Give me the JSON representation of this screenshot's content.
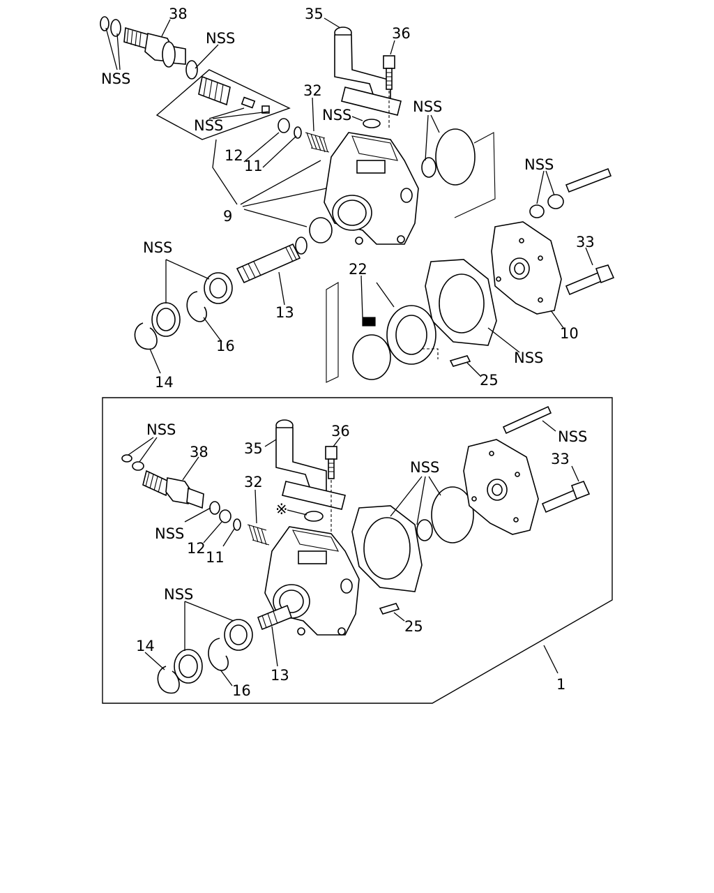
{
  "callouts_top": {
    "c38": "38",
    "nss_a": "NSS",
    "nss_b": "NSS",
    "nss_c": "NSS",
    "c35": "35",
    "c36": "36",
    "c32": "32",
    "nss_d": "NSS",
    "nss_e": "NSS",
    "c12": "12",
    "c11": "11",
    "c9": "9",
    "nss_f": "NSS",
    "c33": "33",
    "nss_g": "NSS",
    "c22": "22",
    "c13": "13",
    "c16": "16",
    "c14": "14",
    "c10": "10",
    "nss_h": "NSS",
    "c25": "25"
  },
  "callouts_bottom": {
    "nss_a": "NSS",
    "c38": "38",
    "c35": "35",
    "c36": "36",
    "nss_b": "NSS",
    "c33": "33",
    "nss_c": "NSS",
    "c32": "32",
    "asterisk": "※",
    "nss_d": "NSS",
    "c12": "12",
    "c11": "11",
    "nss_e": "NSS",
    "c14": "14",
    "c13": "13",
    "c16": "16",
    "c25": "25",
    "c1": "1"
  }
}
